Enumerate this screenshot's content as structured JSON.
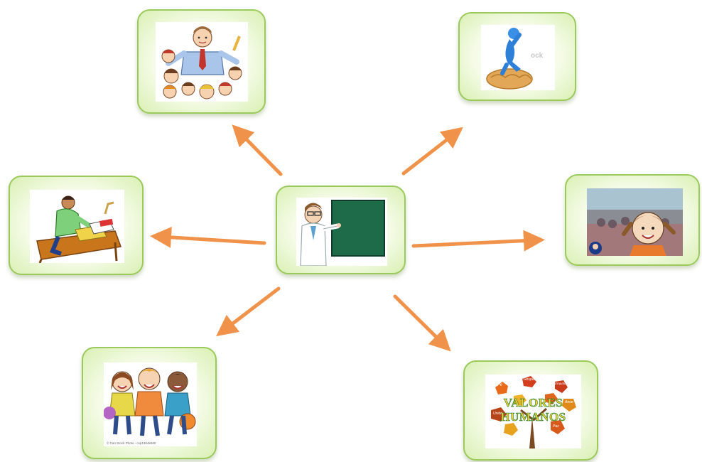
{
  "colors": {
    "card_border": "#9bc95c",
    "card_fill": "#e6f5cc",
    "arrow": "#f0924a"
  },
  "nodes": {
    "center": {
      "icon": "teacher-at-chalkboard-icon"
    },
    "top_left": {
      "icon": "teacher-with-children-icon"
    },
    "top_right": {
      "icon": "thinking-figure-on-brain-icon",
      "watermark": "ock"
    },
    "left": {
      "icon": "student-studying-at-desk-icon"
    },
    "right": {
      "icon": "girl-in-classroom-icon"
    },
    "bottom_left": {
      "icon": "three-children-walking-icon",
      "caption": "© Can Stock Photo - csp13048480"
    },
    "bottom_right": {
      "icon": "values-tree-icon",
      "title_line1": "VALORES",
      "title_line2": "HUMANOS",
      "leaf_words": [
        "Fe",
        "Respeto",
        "Amor",
        "Empatía",
        "Unión",
        "Paz"
      ]
    }
  }
}
